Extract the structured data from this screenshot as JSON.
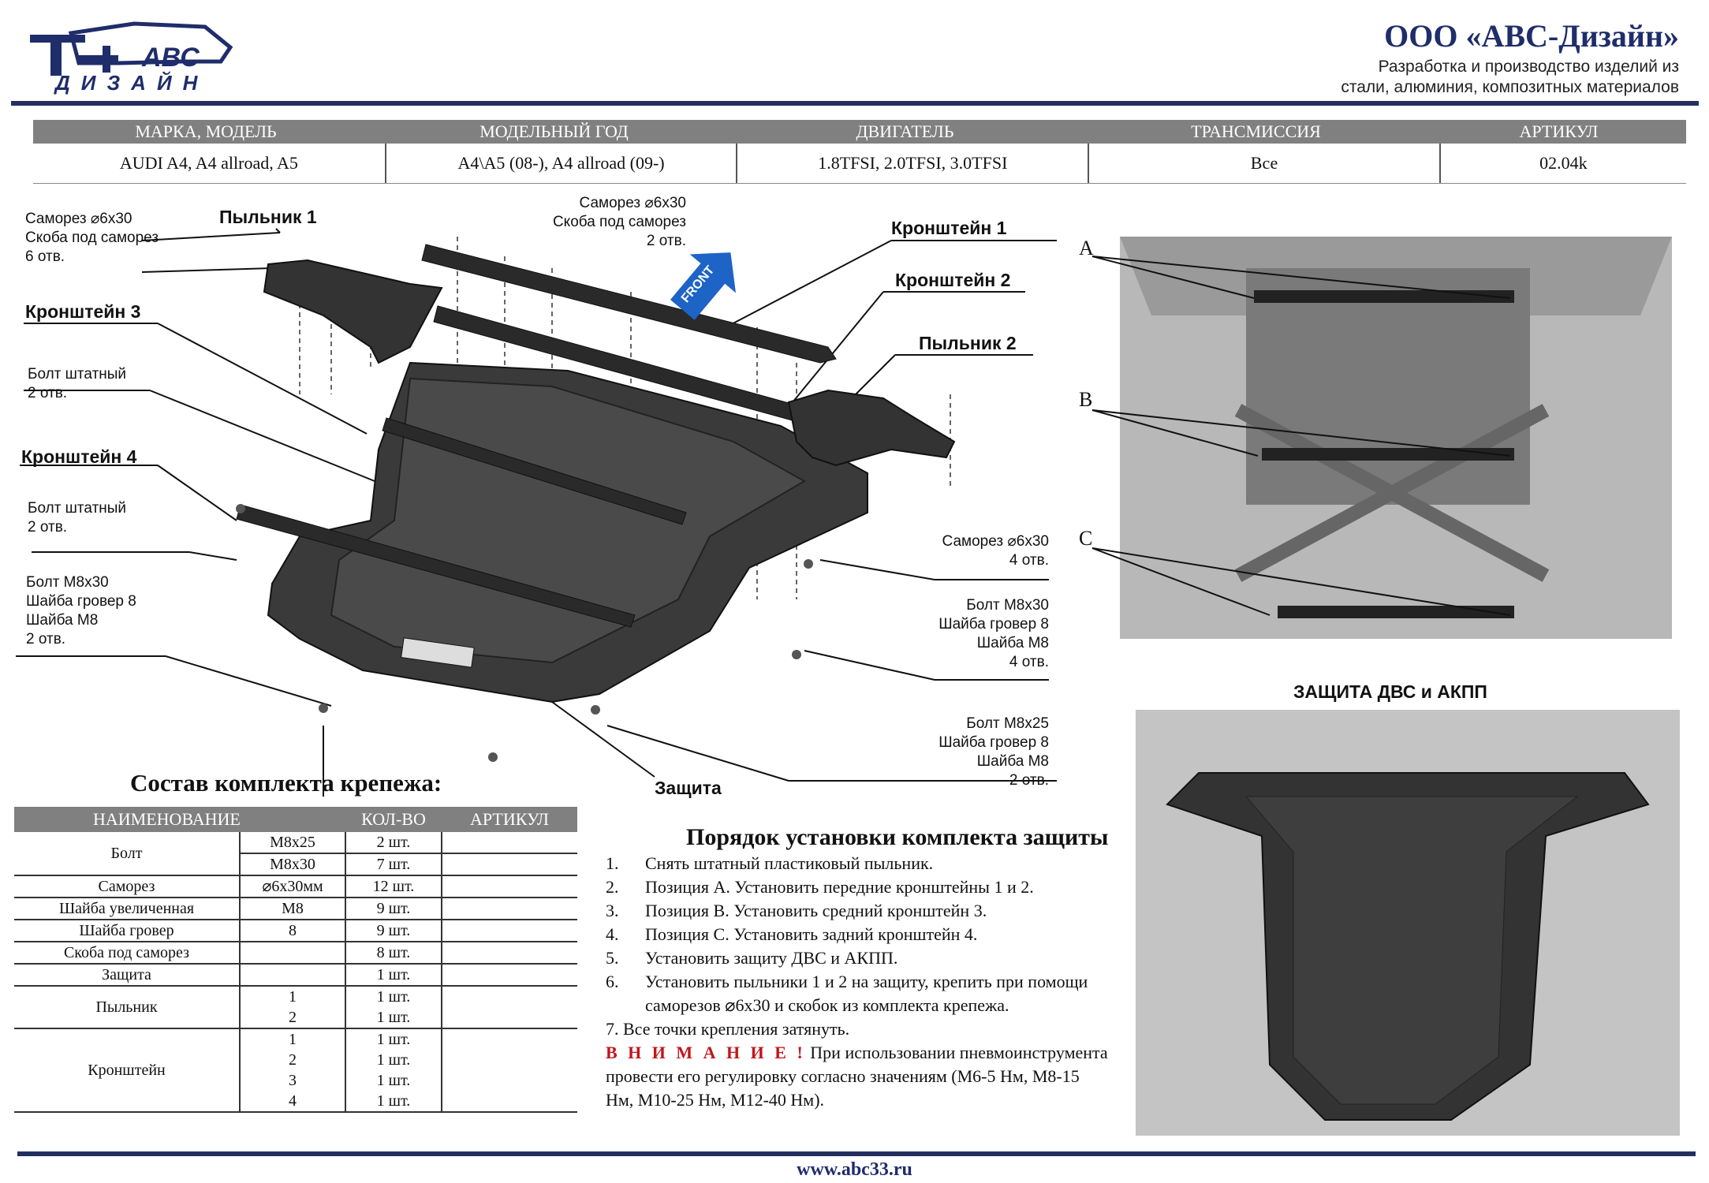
{
  "header": {
    "company": "ООО «АВС-Дизайн»",
    "subtitle_line1": "Разработка и производство изделий из",
    "subtitle_line2": "стали, алюминия, композитных материалов",
    "logo_text_top": "АВС",
    "logo_text_bottom": "ДИЗАЙН"
  },
  "spec": {
    "headers": [
      "МАРКА, МОДЕЛЬ",
      "МОДЕЛЬНЫЙ ГОД",
      "ДВИГАТЕЛЬ",
      "ТРАНСМИССИЯ",
      "АРТИКУЛ"
    ],
    "values": [
      "AUDI  A4, A4 allroad, A5",
      "A4\\A5 (08-), A4 allroad (09-)",
      "1.8TFSI, 2.0TFSI, 3.0TFSI",
      "Все",
      "02.04k"
    ]
  },
  "callouts": {
    "samorez_top_left": [
      "Саморез ⌀6x30",
      "Скоба под саморез",
      "6 отв."
    ],
    "pylnik1": "Пыльник 1",
    "samorez_top_mid": [
      "Саморез ⌀6x30",
      "Скоба под саморез",
      "2 отв."
    ],
    "kronshtein1": "Кронштейн 1",
    "kronshtein2": "Кронштейн 2",
    "kronshtein3": "Кронштейн 3",
    "pylnik2": "Пыльник 2",
    "bolt_shtat1": [
      "Болт штатный",
      "2 отв."
    ],
    "kronshtein4": "Кронштейн 4",
    "bolt_shtat2": [
      "Болт штатный",
      "2 отв."
    ],
    "bolt_m8x30_left": [
      "Болт М8x30",
      "Шайба гровер 8",
      "Шайба М8",
      "2 отв."
    ],
    "samorez_right": [
      "Саморез ⌀6x30",
      "4 отв."
    ],
    "bolt_m8x30_right": [
      "Болт М8x30",
      "Шайба гровер 8",
      "Шайба М8",
      "4 отв."
    ],
    "bolt_m8x25_right": [
      "Болт М8x25",
      "Шайба гровер 8",
      "Шайба М8",
      "2 отв."
    ],
    "zashchita": "Защита",
    "front": "FRONT"
  },
  "photos": {
    "labels": [
      "A",
      "B",
      "C"
    ],
    "second_title": "ЗАЩИТА ДВС и АКПП"
  },
  "kit": {
    "title": "Состав комплекта крепежа:",
    "headers": [
      "НАИМЕНОВАНИЕ",
      "КОЛ-ВО",
      "АРТИКУЛ"
    ],
    "rows": [
      {
        "name": "Болт",
        "subs": [
          [
            "М8x25",
            "2 шт."
          ],
          [
            "М8x30",
            "7 шт."
          ]
        ]
      },
      {
        "name": "Саморез",
        "subs": [
          [
            "⌀6x30мм",
            "12 шт."
          ]
        ]
      },
      {
        "name": "Шайба увеличенная",
        "subs": [
          [
            "М8",
            "9 шт."
          ]
        ]
      },
      {
        "name": "Шайба гровер",
        "subs": [
          [
            "8",
            "9 шт."
          ]
        ]
      },
      {
        "name": "Скоба под саморез",
        "subs": [
          [
            "",
            "8 шт."
          ]
        ]
      },
      {
        "name": "Защита",
        "subs": [
          [
            "",
            "1 шт."
          ]
        ]
      },
      {
        "name": "Пыльник",
        "subs": [
          [
            "1",
            "1 шт."
          ],
          [
            "2",
            "1 шт."
          ]
        ]
      },
      {
        "name": "Кронштейн",
        "subs": [
          [
            "1",
            "1 шт."
          ],
          [
            "2",
            "1 шт."
          ],
          [
            "3",
            "1 шт."
          ],
          [
            "4",
            "1 шт."
          ]
        ]
      }
    ]
  },
  "instructions": {
    "title": "Порядок установки комплекта защиты",
    "steps": [
      {
        "n": "1.",
        "t": "Снять штатный пластиковый пыльник."
      },
      {
        "n": "2.",
        "t": "Позиция А. Установить передние кронштейны 1 и 2."
      },
      {
        "n": "3.",
        "t": "Позиция В. Установить средний кронштейн 3."
      },
      {
        "n": "4.",
        "t": "Позиция С. Установить задний кронштейн 4."
      },
      {
        "n": "5.",
        "t": "Установить защиту ДВС и АКПП."
      },
      {
        "n": "6.",
        "t": "Установить пыльники 1 и 2 на защиту, крепить при помощи"
      },
      {
        "n": "",
        "t": "саморезов ⌀6x30 и скобок из комплекта крепежа."
      }
    ],
    "step7": "7. Все точки крепления затянуть.",
    "warning_word": "В Н И М А Н И Е !",
    "warning_text1": " При использовании пневмоинструмента",
    "warning_text2": "провести его регулировку согласно значениям (М6-5 Нм,    М8-15",
    "warning_text3": "Нм, М10-25 Нм, М12-40 Нм)."
  },
  "footer": {
    "url": "www.abc33.ru"
  }
}
